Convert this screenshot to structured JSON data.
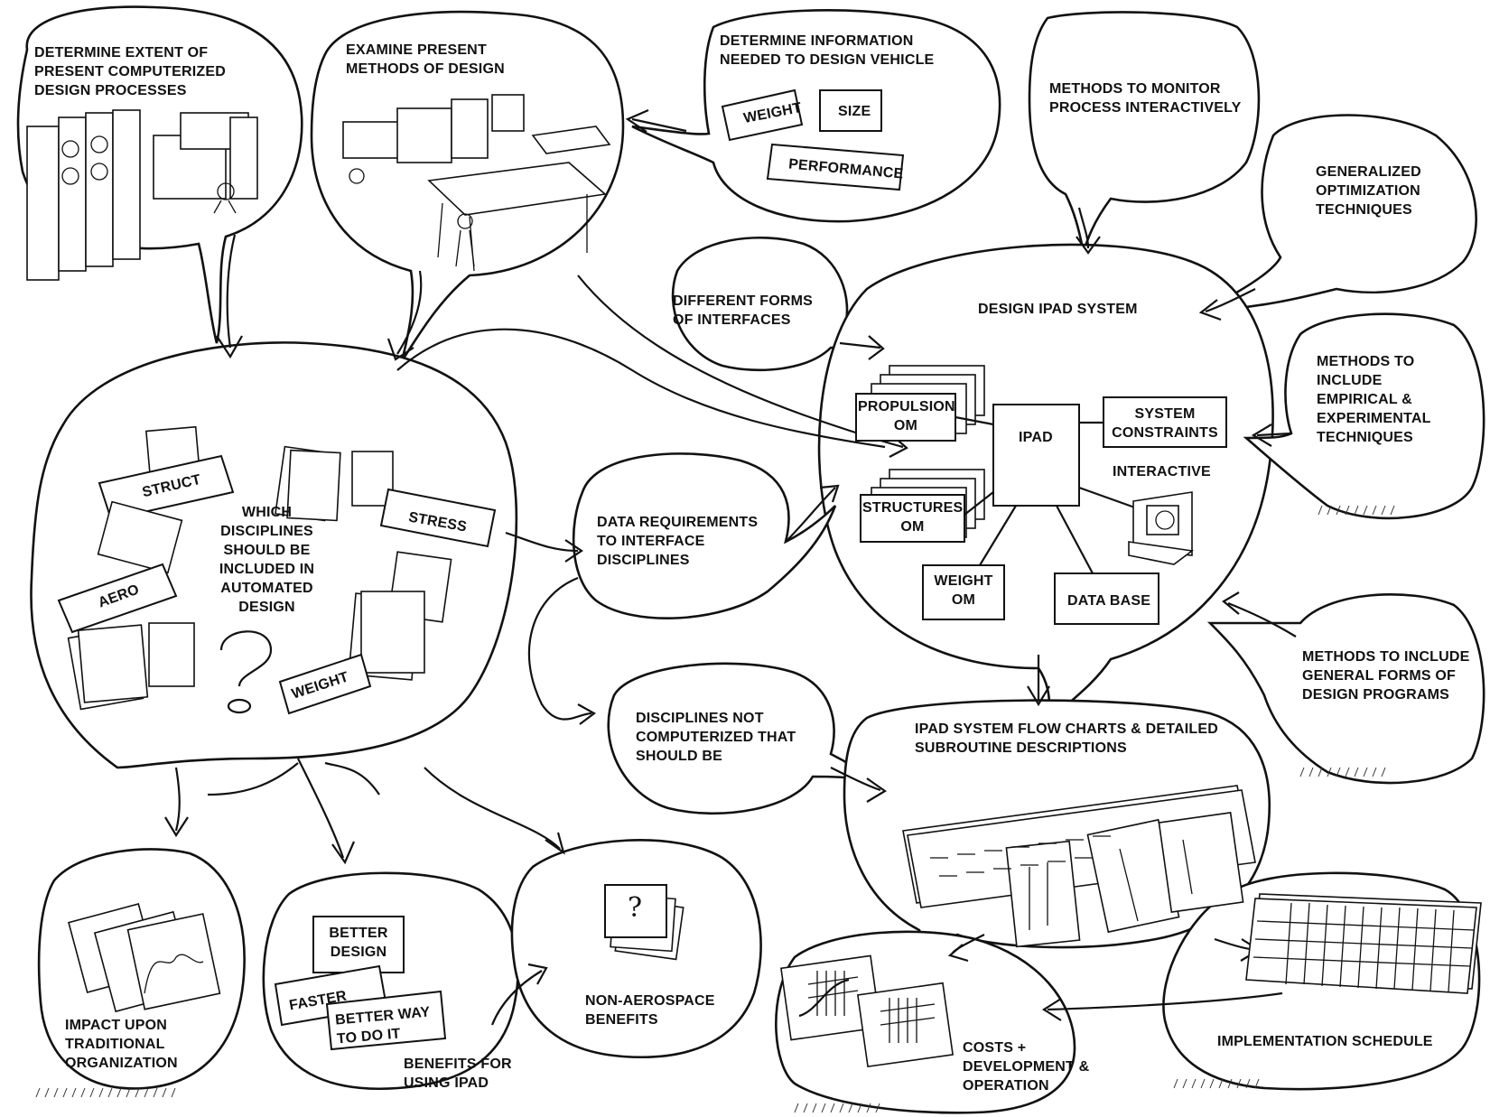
{
  "bubbles": {
    "computerized": "DETERMINE EXTENT OF\nPRESENT COMPUTERIZED\nDESIGN PROCESSES",
    "examine": "EXAMINE PRESENT\nMETHODS OF DESIGN",
    "information": "DETERMINE INFORMATION\nNEEDED TO DESIGN VEHICLE",
    "monitor": "METHODS TO MONITOR\nPROCESS INTERACTIVELY",
    "optimization": "GENERALIZED\nOPTIMIZATION\nTECHNIQUES",
    "interfaces": "DIFFERENT FORMS\nOF INTERFACES",
    "design_system": "DESIGN IPAD SYSTEM",
    "empirical": "METHODS TO\nINCLUDE\nEMPIRICAL &\nEXPERIMENTAL\nTECHNIQUES",
    "disciplines": "WHICH\nDISCIPLINES\nSHOULD BE\nINCLUDED IN\nAUTOMATED\nDESIGN",
    "data_requirements": "DATA REQUIREMENTS\nTO INTERFACE\nDISCIPLINES",
    "general_forms": "METHODS TO INCLUDE\nGENERAL FORMS OF\nDESIGN PROGRAMS",
    "not_computerized": "DISCIPLINES NOT\nCOMPUTERIZED THAT\nSHOULD BE",
    "flow_charts": "IPAD SYSTEM FLOW CHARTS & DETAILED\nSUBROUTINE DESCRIPTIONS",
    "impact": "IMPACT UPON\nTRADITIONAL\nORGANIZATION",
    "benefits_ipad": "BENEFITS FOR\nUSING IPAD",
    "non_aerospace": "NON-AEROSPACE\nBENEFITS",
    "costs": "COSTS +\nDEVELOPMENT &\nOPERATION",
    "schedule": "IMPLEMENTATION SCHEDULE"
  },
  "cards": {
    "weight": "WEIGHT",
    "size": "SIZE",
    "performance": "PERFORMANCE",
    "struct": "STRUCT",
    "stress": "STRESS",
    "aero": "AERO",
    "weight2": "WEIGHT",
    "question": "?",
    "better_design": "BETTER\nDESIGN",
    "faster": "FASTER",
    "better_way": "BETTER WAY\nTO DO IT",
    "non_aero_q": "?"
  },
  "ipad": {
    "propulsion": "PROPULSION\nOM",
    "structures": "STRUCTURES\nOM",
    "weight": "WEIGHT\nOM",
    "ipad": "IPAD",
    "constraints": "SYSTEM\nCONSTRAINTS",
    "interactive": "INTERACTIVE",
    "data_base": "DATA BASE"
  },
  "icons": [
    "computer-icon",
    "drafting-table-icon",
    "terminal-icon",
    "flow-chart-icon",
    "graph-icon",
    "schedule-chart-icon"
  ]
}
